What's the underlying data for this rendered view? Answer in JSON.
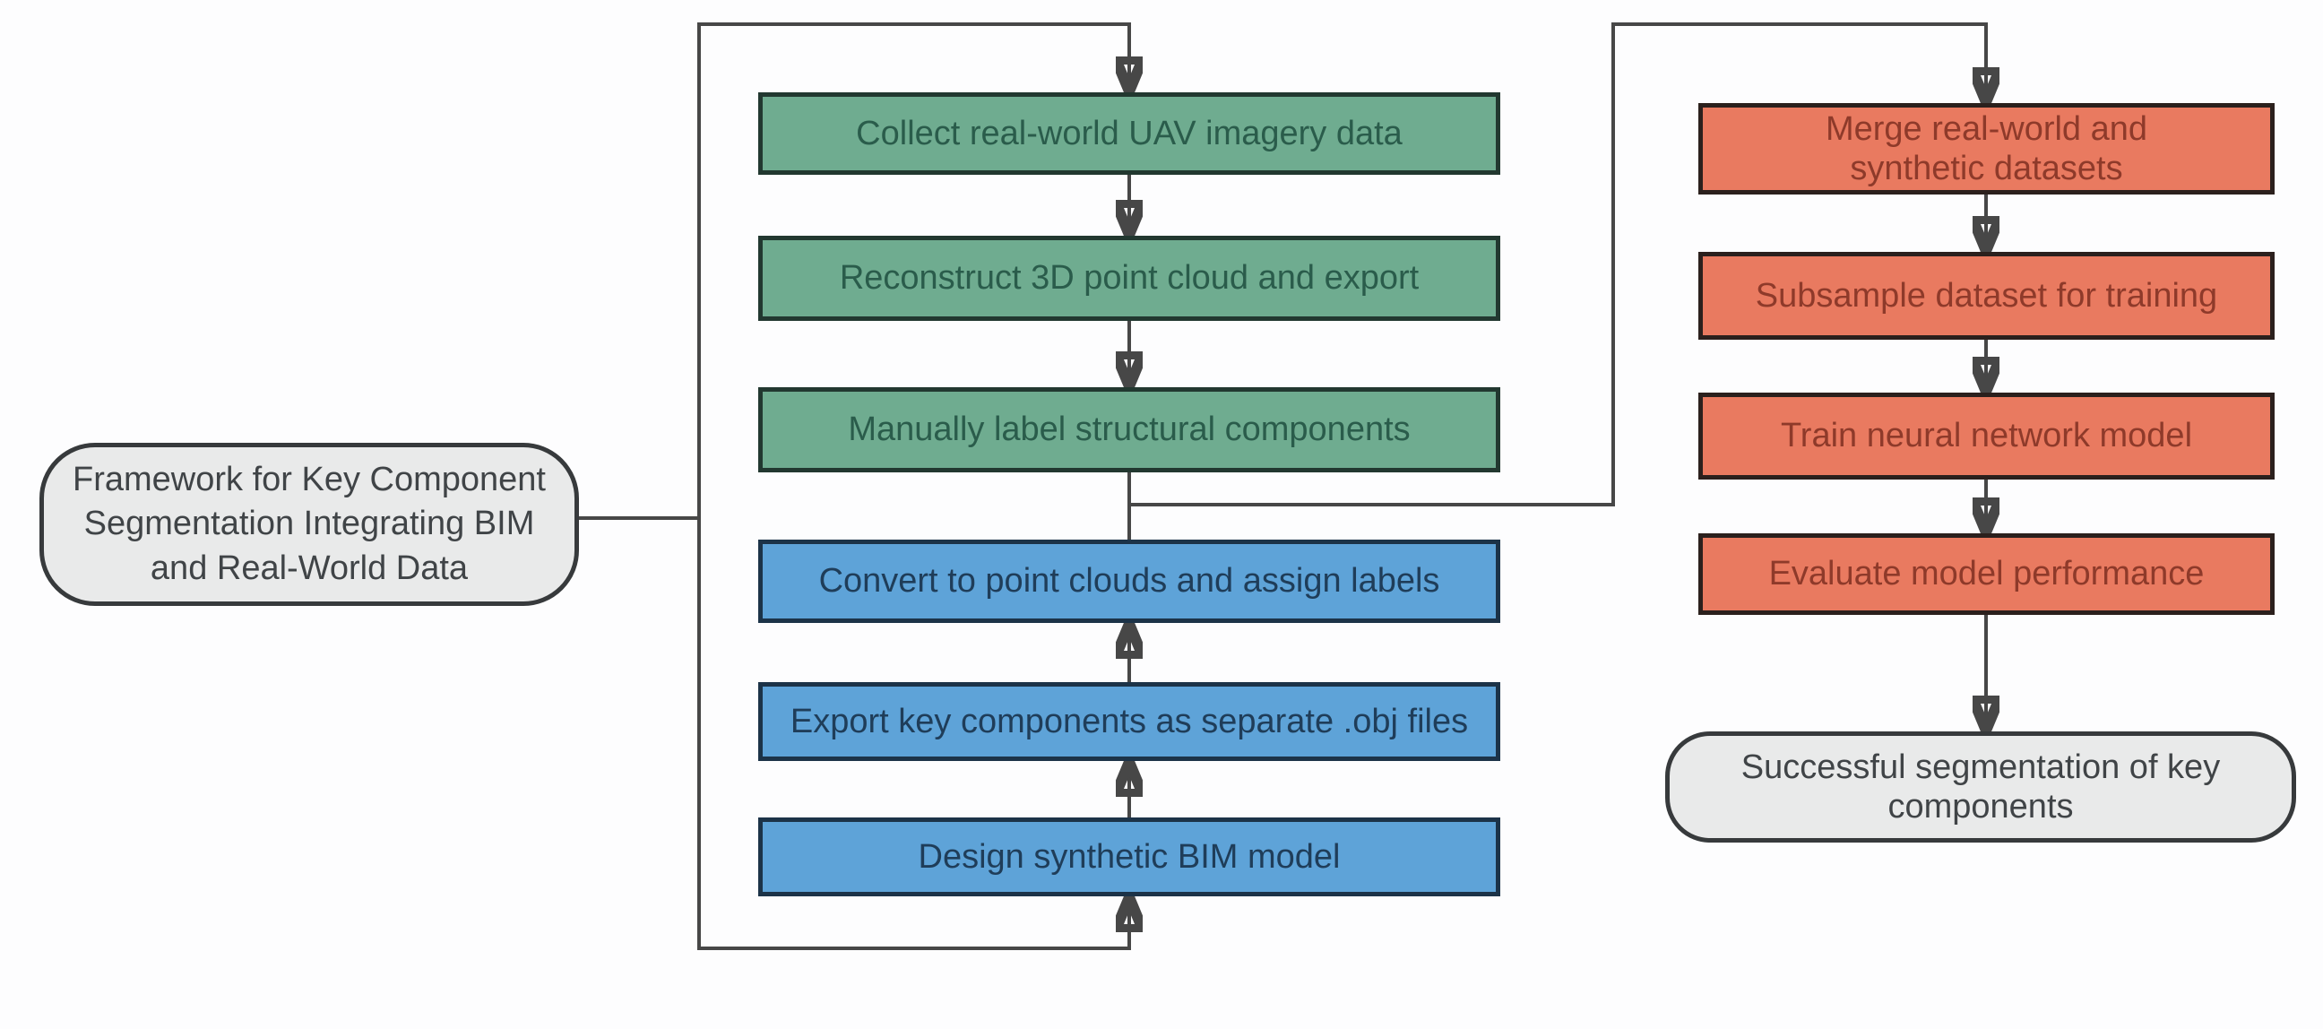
{
  "diagram": {
    "type": "flowchart",
    "nodes": {
      "framework": {
        "label": "Framework for Key Component Segmentation Integrating BIM and  Real-World Data",
        "shape": "rounded",
        "color_group": "gray"
      },
      "collect": {
        "label": "Collect real-world UAV imagery data",
        "shape": "process",
        "color_group": "green"
      },
      "reconstruct": {
        "label": "Reconstruct 3D point cloud and export",
        "shape": "process",
        "color_group": "green"
      },
      "manual_label": {
        "label": "Manually label structural components",
        "shape": "process",
        "color_group": "green"
      },
      "convert": {
        "label": "Convert to point clouds and assign labels",
        "shape": "process",
        "color_group": "blue"
      },
      "export_obj": {
        "label": "Export key components as separate .obj files",
        "shape": "process",
        "color_group": "blue"
      },
      "design_bim": {
        "label": "Design synthetic BIM model",
        "shape": "process",
        "color_group": "blue"
      },
      "merge": {
        "label": "Merge real-world and synthetic datasets",
        "shape": "process",
        "color_group": "red"
      },
      "subsample": {
        "label": "Subsample dataset for training",
        "shape": "process",
        "color_group": "red"
      },
      "train": {
        "label": "Train neural network model",
        "shape": "process",
        "color_group": "red"
      },
      "evaluate": {
        "label": "Evaluate model performance",
        "shape": "process",
        "color_group": "red"
      },
      "outcome": {
        "label": "Successful segmentation of key components",
        "shape": "rounded",
        "color_group": "gray"
      }
    },
    "edges": [
      {
        "from": "framework",
        "to": "collect",
        "arrow": true
      },
      {
        "from": "framework",
        "to": "design_bim",
        "arrow": true
      },
      {
        "from": "collect",
        "to": "reconstruct",
        "arrow": true
      },
      {
        "from": "reconstruct",
        "to": "manual_label",
        "arrow": true
      },
      {
        "from": "manual_label",
        "to": "convert",
        "arrow": false
      },
      {
        "from": "design_bim",
        "to": "export_obj",
        "arrow": true
      },
      {
        "from": "export_obj",
        "to": "convert",
        "arrow": true
      },
      {
        "from": "manual_label+convert junction",
        "to": "merge",
        "arrow": true
      },
      {
        "from": "merge",
        "to": "subsample",
        "arrow": true
      },
      {
        "from": "subsample",
        "to": "train",
        "arrow": true
      },
      {
        "from": "train",
        "to": "evaluate",
        "arrow": true
      },
      {
        "from": "evaluate",
        "to": "outcome",
        "arrow": true
      }
    ],
    "colors": {
      "green-fill": "#6fac90",
      "green-border": "#223830",
      "green-text": "#2a5c4b",
      "blue-fill": "#5ea3d8",
      "blue-border": "#1c3348",
      "blue-text": "#1f3d59",
      "red-fill": "#e97a60",
      "red-border": "#2b201d",
      "red-text": "#8e3a2a",
      "gray-fill": "#e9eaea",
      "gray-border": "#373a3c",
      "gray-text": "#404447",
      "wire": "#474747"
    }
  }
}
